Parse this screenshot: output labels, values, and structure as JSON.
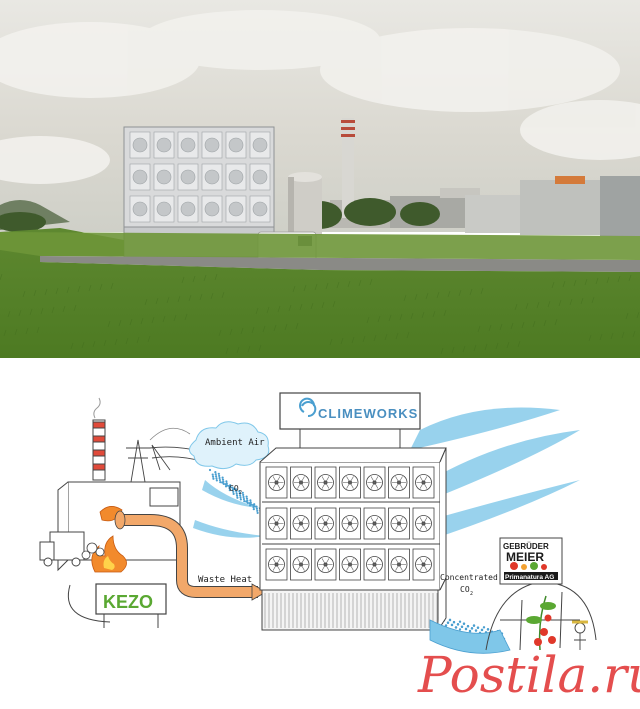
{
  "photo": {
    "sky_color": "#dcdad2",
    "grass_color": "#5f8a2c",
    "road_color": "#8a8a86"
  },
  "illustration": {
    "brand_sign": "CLIMEWORKS",
    "label_ambient_air": "Ambient Air",
    "label_co2": "CO",
    "label_co2_sub": "2",
    "label_waste_heat": "Waste Heat",
    "label_concentrated_line1": "Concentrated",
    "label_concentrated_line2": "CO",
    "label_concentrated_sub": "2",
    "kezo_logo": "KEZO",
    "meier_line1": "GEBRÜDER",
    "meier_line2": "MEIER",
    "meier_line3": "Primanatura AG",
    "air_color": "#7fc7e9",
    "heat_color": "#f2a86a",
    "kezo_green": "#5aa832"
  },
  "watermark": {
    "text": "Postila.ru",
    "color": "#e03030"
  }
}
